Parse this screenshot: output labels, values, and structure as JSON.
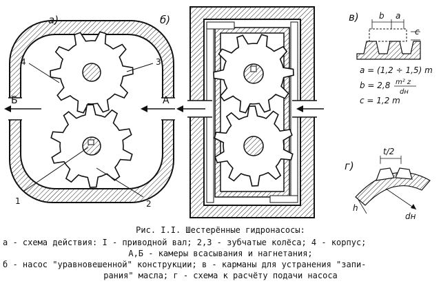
{
  "panels": {
    "a": {
      "label": "а)"
    },
    "b": {
      "label": "б)"
    },
    "v": {
      "label": "в)"
    },
    "g": {
      "label": "г)"
    }
  },
  "callouts": {
    "n1": "1",
    "n2": "2",
    "n3": "3",
    "n4": "4",
    "chamber_b": "Б",
    "chamber_a": "А"
  },
  "dims_v": {
    "b": "b",
    "a": "a",
    "c": "c",
    "f1": "a = (1,2 ÷ 1,5) m",
    "f2_lhs": "b = 2,8",
    "f2_num": "m² z",
    "f2_den": "dн",
    "f3": "c = 1,2 m"
  },
  "dims_g": {
    "t2": "t/2",
    "h": "h",
    "dn": "dн"
  },
  "caption": {
    "title": "Рис. I.I. Шестерённые гидронасосы:",
    "line1": "а - схема действия: I - приводной вал; 2,3 - зубчатые колёса; 4 - корпус;",
    "line2": "А,Б - камеры всасывания и нагнетания;",
    "line3": "б - насос \"уравновешенной\" конструкции; в - карманы для устранения \"запи-",
    "line4": "рания\" масла; г - схема к расчёту подачи насоса"
  }
}
